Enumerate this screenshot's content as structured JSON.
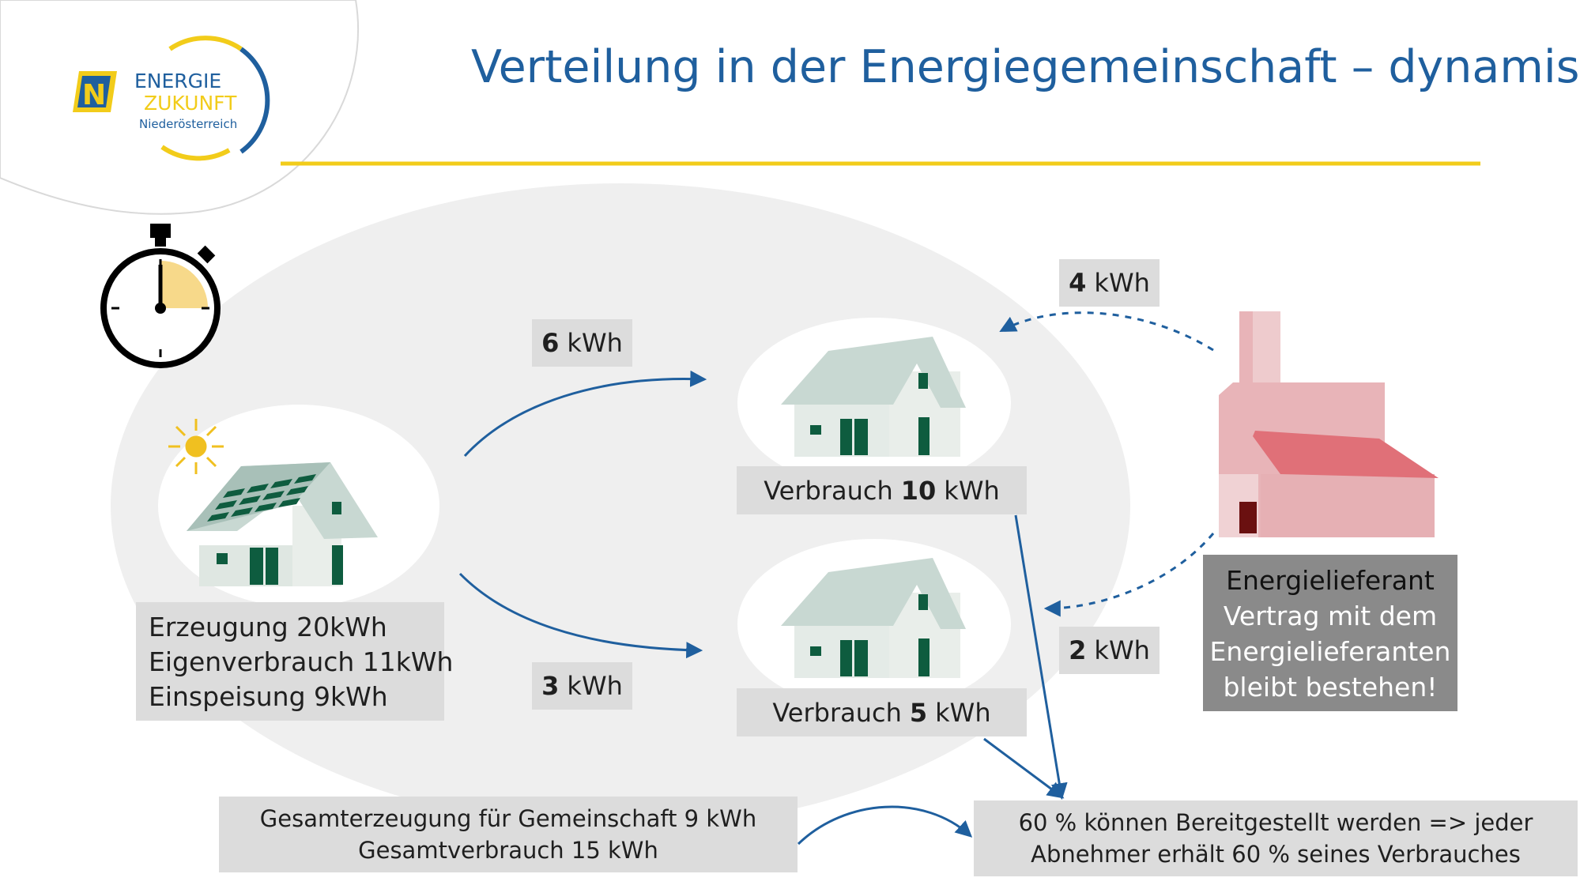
{
  "title": "Verteilung in der Energiegemeinschaft – dynamisch",
  "logo": {
    "mark": "N",
    "line1": "ENERGIE",
    "line2": "ZUKUNFT",
    "line3": "Niederösterreich"
  },
  "producer": {
    "lines": [
      "Erzeugung 20kWh",
      "Eigenverbrauch 11kWh",
      "Einspeisung 9kWh"
    ]
  },
  "flows": {
    "to_house1": {
      "value": "6",
      "unit": "kWh"
    },
    "to_house2": {
      "value": "3",
      "unit": "kWh"
    },
    "supplier_to_house1": {
      "value": "4",
      "unit": "kWh"
    },
    "supplier_to_house2": {
      "value": "2",
      "unit": "kWh"
    }
  },
  "consumer1": {
    "prefix": "Verbrauch",
    "value": "10",
    "unit": "kWh"
  },
  "consumer2": {
    "prefix": "Verbrauch",
    "value": "5",
    "unit": "kWh"
  },
  "supplier": {
    "title": "Energielieferant",
    "lines": [
      "Vertrag mit dem",
      "Energielieferanten",
      "bleibt bestehen!"
    ]
  },
  "summary": {
    "lines": [
      "Gesamterzeugung für Gemeinschaft 9 kWh",
      "Gesamtverbrauch 15 kWh"
    ]
  },
  "result": {
    "lines": [
      "60 % können Bereitgestellt werden => jeder",
      "Abnehmer erhält 60 % seines Verbrauches"
    ]
  },
  "colors": {
    "accent_blue": "#1f5f9e",
    "accent_yellow": "#f2cc1a",
    "house_green": "#0e5c3f",
    "factory_pink": "#e8b4b8",
    "roof_red": "#e07078",
    "label_gray": "#dcdcdc",
    "supplier_gray": "#8a8a8a"
  },
  "icons": [
    "logo-mark-icon",
    "stopwatch-icon",
    "sun-icon",
    "solar-house-icon",
    "house-icon",
    "factory-icon"
  ]
}
